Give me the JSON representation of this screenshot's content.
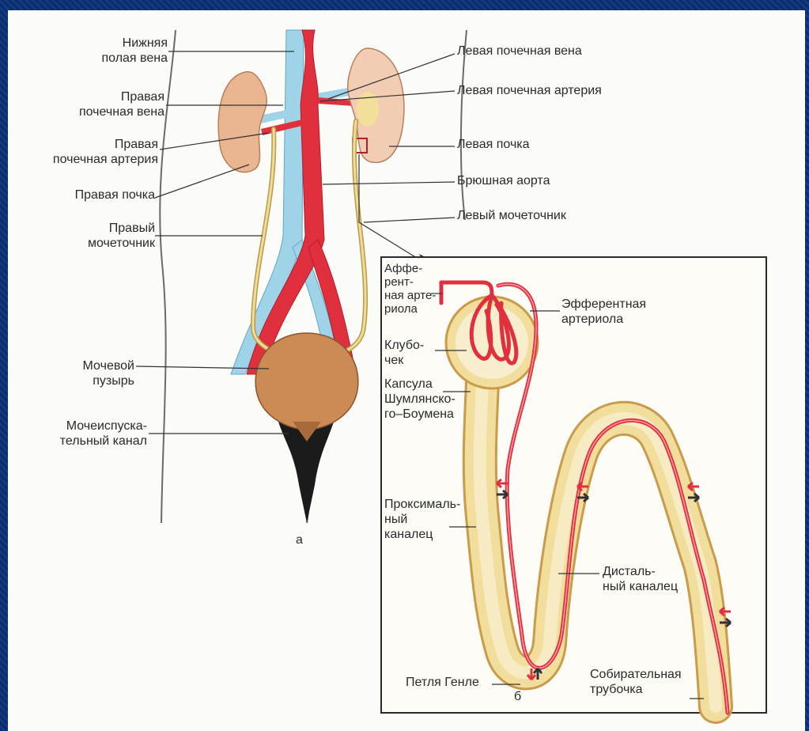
{
  "colors": {
    "background_frame": "#0d2f6e",
    "canvas": "#fbfbf8",
    "artery": "#e0303e",
    "vein": "#8fd0e6",
    "ureter": "#ecd488",
    "kidney": "#e8b48c",
    "bladder": "#c98650"
  },
  "labels": {
    "vena_cava": "Нижняя\nполая вена",
    "right_renal_vein": "Правая\nпочечная вена",
    "right_renal_artery": "Правая\nпочечная артерия",
    "right_kidney": "Правая почка",
    "right_ureter": "Правый\nмочеточник",
    "bladder": "Мочевой\nпузырь",
    "urethra": "Мочеиспуска-\nтельный канал",
    "left_renal_vein": "Левая почечная вена",
    "left_renal_artery": "Левая почечная артерия",
    "left_kidney": "Левая почка",
    "aorta": "Брюшная аорта",
    "left_ureter": "Левый мочеточник",
    "afferent": "Аффе-\nрент-\nная арте-\nриола",
    "efferent": "Эфферентная\nартериола",
    "glomerulus": "Клубо-\nчек",
    "capsule": "Капсула\nШумлянско-\nго–Боумена",
    "proximal": "Проксималь-\nный\nканалец",
    "distal": "Дисталь-\nный каналец",
    "henle": "Петля Генле",
    "collecting": "Собирательная\nтрубочка",
    "figure_a": "а",
    "figure_b": "б"
  }
}
